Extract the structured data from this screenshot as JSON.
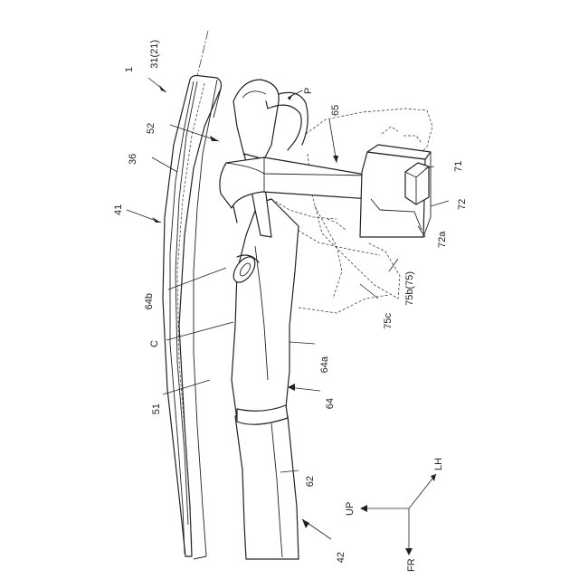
{
  "labels": {
    "l_31_21": "31(21)",
    "l_1": "1",
    "l_p": "P",
    "l_65": "65",
    "l_52": "52",
    "l_36": "36",
    "l_71": "71",
    "l_72": "72",
    "l_72a": "72a",
    "l_41": "41",
    "l_75b": "75b(75)",
    "l_64b": "64b",
    "l_75c": "75c",
    "l_c": "C",
    "l_64a": "64a",
    "l_51": "51",
    "l_64": "64",
    "l_62": "62",
    "l_42": "42"
  },
  "axes": {
    "lh": "LH",
    "up": "UP",
    "fr": "FR"
  }
}
